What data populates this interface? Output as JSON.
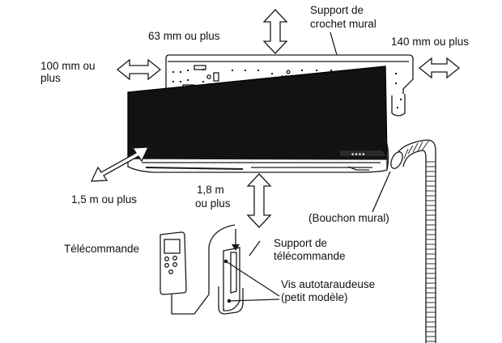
{
  "labels": {
    "wall_bracket_l1": "Support de",
    "wall_bracket_l2": "crochet mural",
    "top_clearance": "63 mm ou plus",
    "right_clearance": "140 mm ou plus",
    "left_clearance_l1": "100 mm ou",
    "left_clearance_l2": "plus",
    "front_clearance": "1,5 m ou plus",
    "floor_clearance_l1": "1,8 m",
    "floor_clearance_l2": "ou plus",
    "wall_cap": "(Bouchon mural)",
    "remote": "Télécommande",
    "remote_holder_l1": "Support de",
    "remote_holder_l2": "télécommande",
    "screws_l1": "Vis autotaraudeuse",
    "screws_l2": "(petit modèle)"
  }
}
